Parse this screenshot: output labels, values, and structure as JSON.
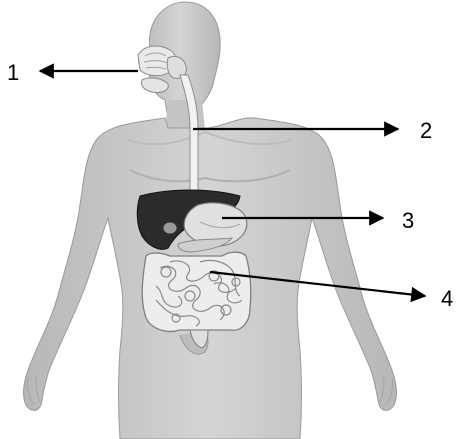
{
  "labels": [
    {
      "id": "1",
      "text": "1"
    },
    {
      "id": "2",
      "text": "2"
    },
    {
      "id": "3",
      "text": "3"
    },
    {
      "id": "4",
      "text": "4"
    }
  ],
  "colors": {
    "skin": "#c9c9c9",
    "skin_light": "#d8d8d8",
    "skin_shadow": "#a9a9a9",
    "outline": "#8f8f8f",
    "liver": "#2b2b2b",
    "stomach": "#dcdcdc",
    "intestine": "#e6e6e6",
    "esophagus": "#efefef",
    "arrow": "#000000"
  }
}
